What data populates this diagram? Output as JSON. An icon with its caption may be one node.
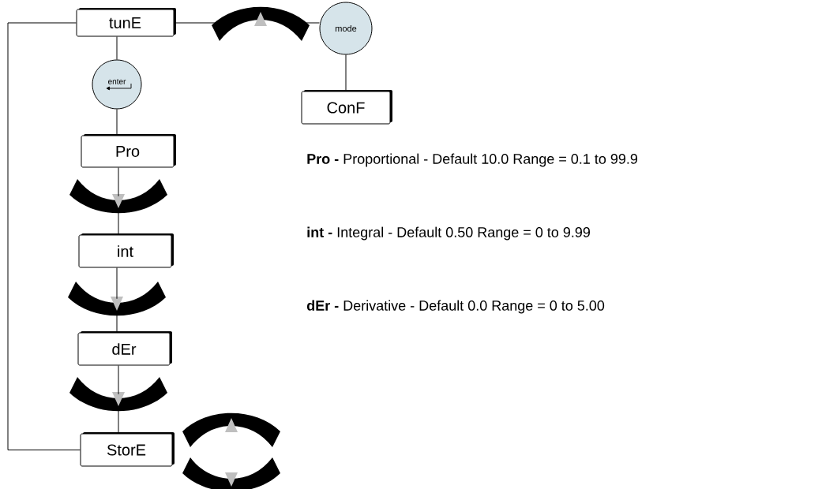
{
  "diagram": {
    "nodes": [
      {
        "text": [
          "tunE"
        ]
      },
      {
        "text": [],
        "shape": "arc"
      },
      {
        "text": [
          "mode"
        ]
      },
      {
        "text": [
          "enter"
        ]
      },
      {
        "text": [
          "ConF"
        ]
      },
      {
        "text": [
          "Pro"
        ]
      },
      {
        "text": [],
        "shape": "arc"
      },
      {
        "text": [
          "int"
        ]
      },
      {
        "text": [],
        "shape": "arc"
      },
      {
        "text": [
          "dEr"
        ]
      },
      {
        "text": [],
        "shape": "arc"
      },
      {
        "text": [
          "StorE"
        ]
      },
      {
        "text": [],
        "shape": "arc"
      },
      {
        "text": [],
        "shape": "arc"
      }
    ],
    "edges": [
      {
        "from": 0,
        "to": 1,
        "arrow": "none"
      },
      {
        "from": 1,
        "to": 2,
        "arrow": "none"
      },
      {
        "from": 2,
        "to": 4,
        "arrow": "none"
      },
      {
        "from": 0,
        "to": 3,
        "arrow": "none"
      },
      {
        "from": 3,
        "to": 5,
        "arrow": "none"
      },
      {
        "from": 5,
        "to": 6,
        "arrow": "none"
      },
      {
        "from": 6,
        "to": 7,
        "arrow": "none"
      },
      {
        "from": 7,
        "to": 8,
        "arrow": "none"
      },
      {
        "from": 8,
        "to": 9,
        "arrow": "none"
      },
      {
        "from": 9,
        "to": 10,
        "arrow": "none"
      },
      {
        "from": 10,
        "to": 11,
        "arrow": "none"
      },
      {
        "from": 11,
        "to": 0,
        "arrow": "none"
      }
    ],
    "labels": [
      "**Pro  -**  Proportional - Default 10.0   Range = 0.1 to 99.9",
      "**int -**  Integral - Default 0.50  Range = 0 to 9.99",
      "**dEr  -**    Derivative - Default 0.0  Range = 0 to 5.00"
    ]
  }
}
